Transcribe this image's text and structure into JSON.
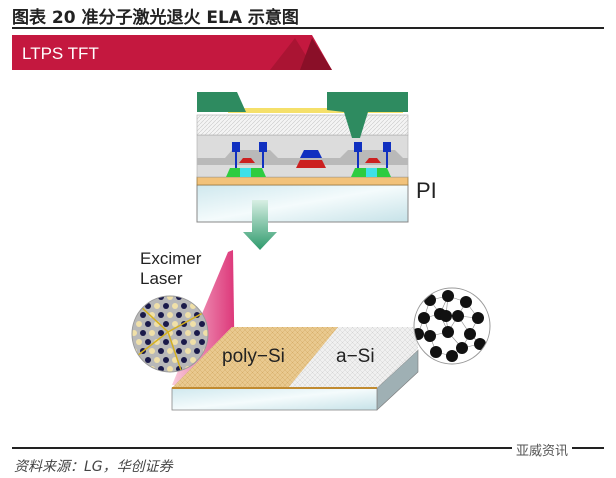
{
  "figure": {
    "title": "图表 20   准分子激光退火 ELA 示意图",
    "banner": "LTPS TFT",
    "labels": {
      "pi": "PI",
      "laser_line1": "Excimer",
      "laser_line2": "Laser",
      "poly_si": "poly−Si",
      "a_si": "a−Si"
    },
    "source": "资料来源：LG，华创证券",
    "watermark": "亚威资讯"
  },
  "colors": {
    "banner": "#c4183f",
    "green": "#2e8b60",
    "pink": "#e0407a"
  }
}
